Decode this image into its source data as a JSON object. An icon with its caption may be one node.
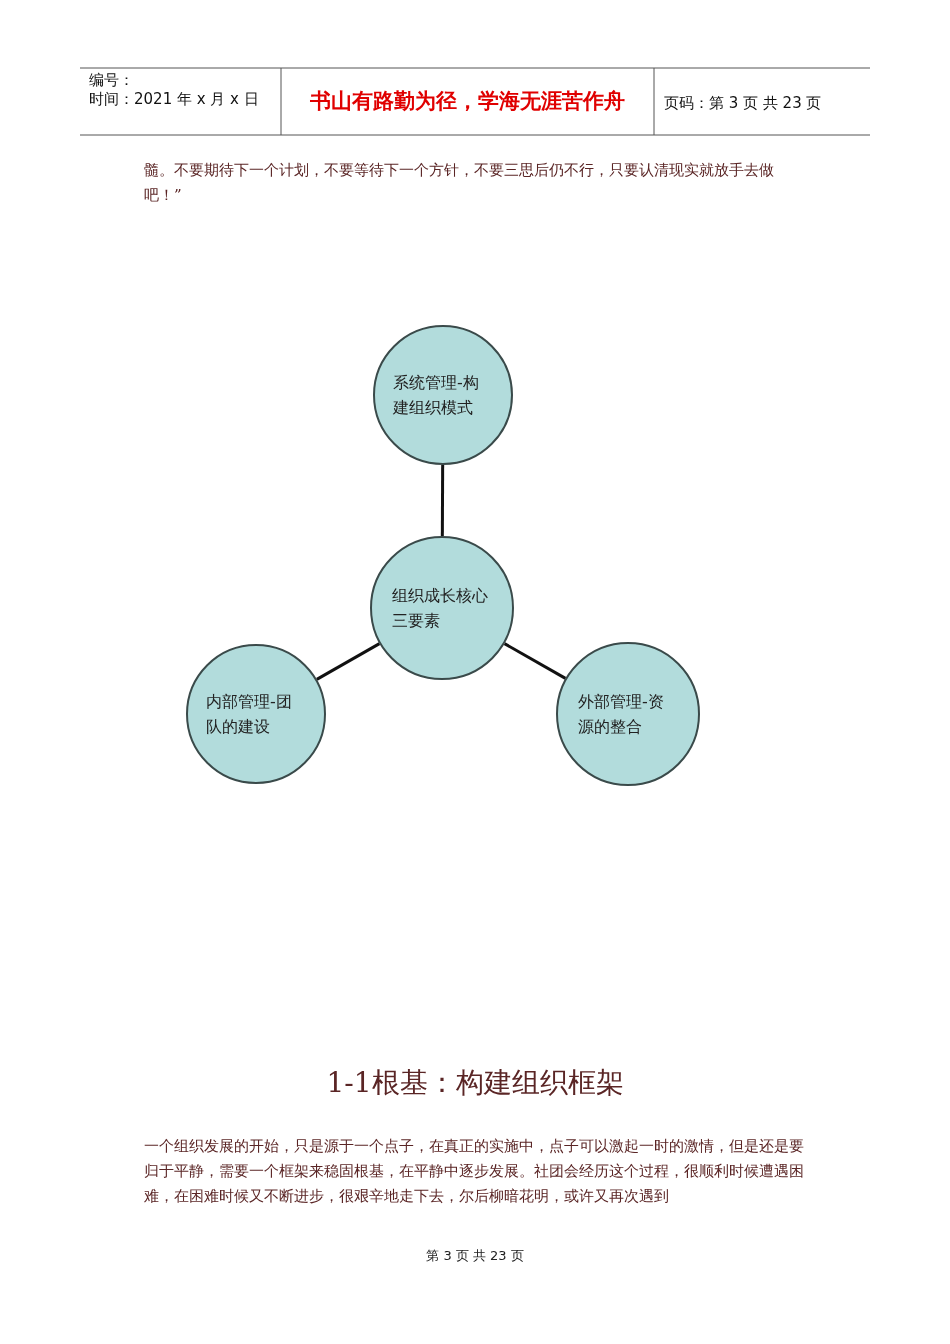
{
  "diagram": {
    "nodes": [
      {
        "text": [
          "系统管理-构建组织模式"
        ]
      },
      {
        "text": [
          "组织成长核心三要素"
        ]
      },
      {
        "text": [
          "内部管理-团队的建设"
        ]
      },
      {
        "text": [
          "外部管理-资源的整合"
        ]
      }
    ],
    "edges": [
      {
        "from": 1,
        "to": 0,
        "arrow": "none"
      },
      {
        "from": 1,
        "to": 2,
        "arrow": "none"
      },
      {
        "from": 1,
        "to": 3,
        "arrow": "none"
      }
    ],
    "labels": [
      "编号：",
      "时间：2021 年 x 月 x 日",
      "书山有路勤为径，学海无涯苦作舟",
      "页码：第 3 页 共 23 页",
      "髓。不要期待下一个计划，不要等待下一个方针，不要三思后仍不行，只要认清现实就放手去做吧！”",
      "1-1根基：构建组织框架",
      "一个组织发展的开始，只是源于一个点子，在真正的实施中，点子可以激起一时的激情，但是还是要归于平静，需要一个框架来稳固根基，在平静中逐步发展。社团会经历这个过程，很顺利时候遭遇困难，在困难时候又不断进步，很艰辛地走下去，尔后柳暗花明，或许又再次遇到",
      "第 3 页 共 23 页"
    ]
  }
}
